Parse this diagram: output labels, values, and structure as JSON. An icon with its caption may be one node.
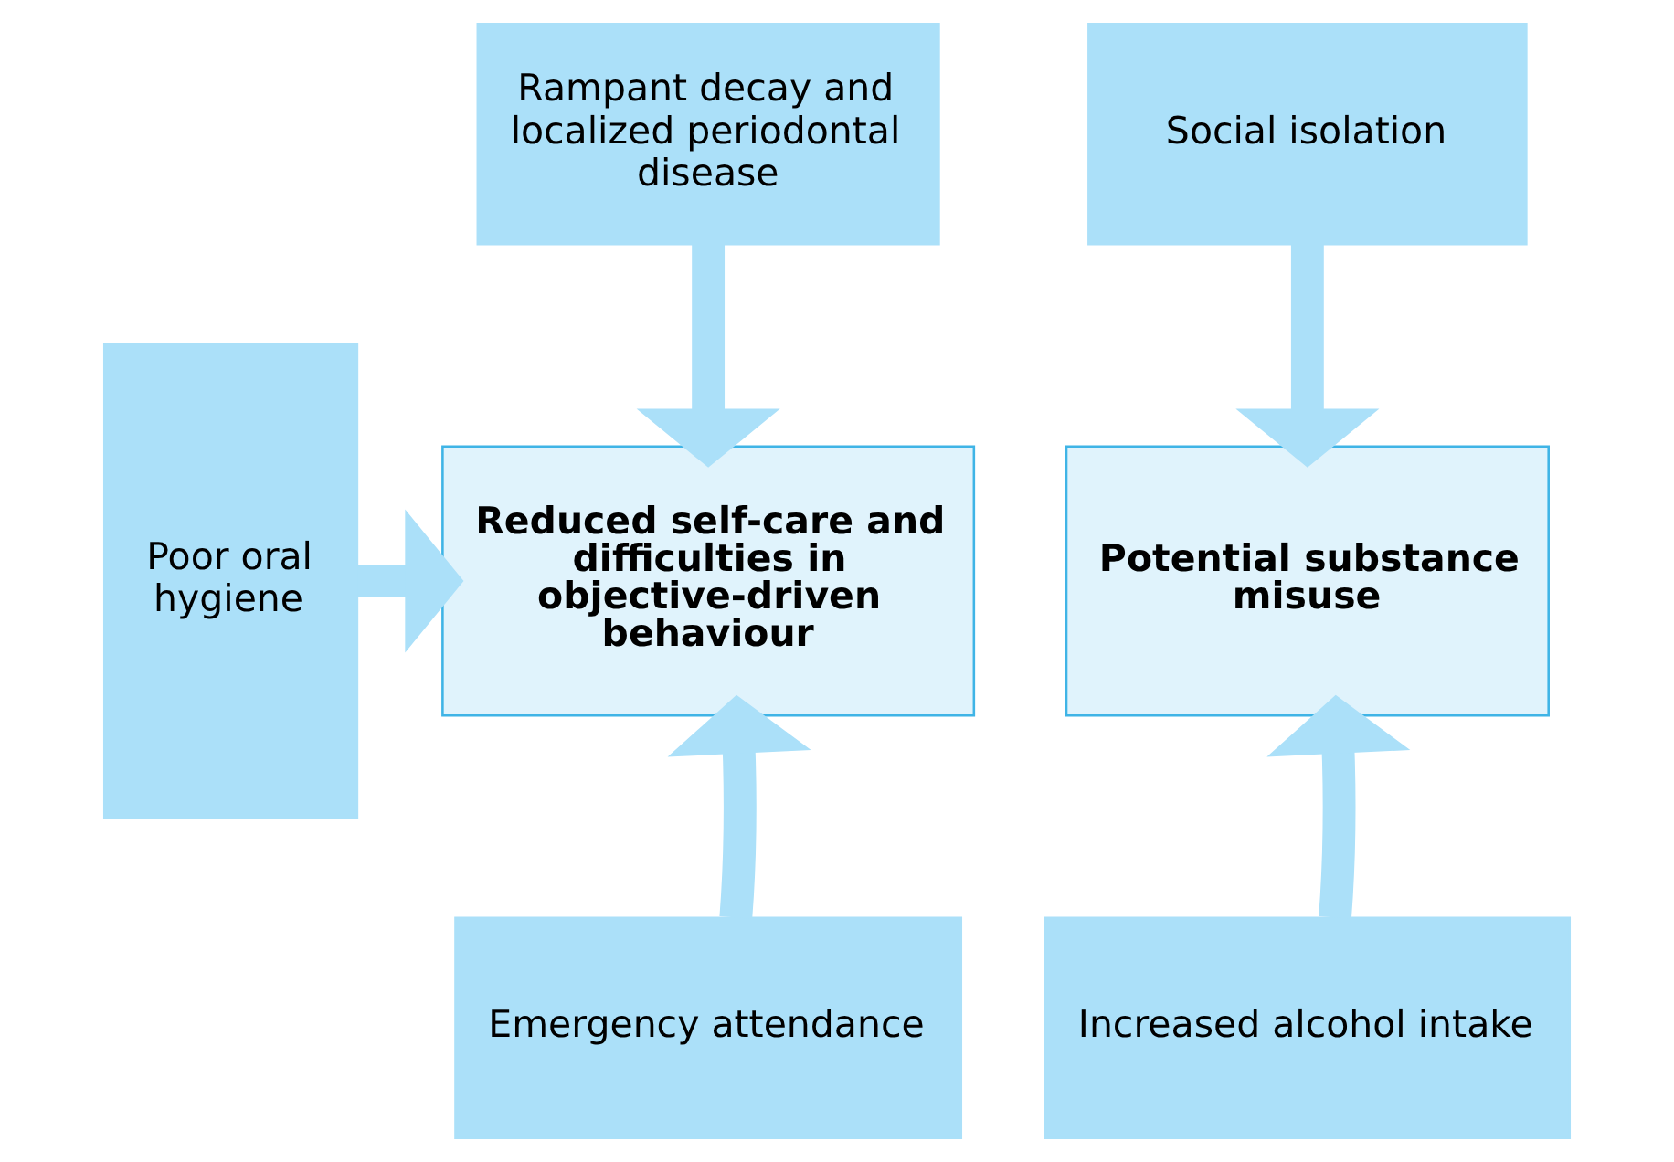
{
  "diagram": {
    "nodes": [
      {
        "text": [
          "Rampant decay and localized periodontal disease"
        ]
      },
      {
        "text": [
          "Social isolation"
        ]
      },
      {
        "text": [
          "Poor oral hygiene"
        ]
      },
      {
        "text": [
          "Reduced self-care and difficulties in objective-driven behaviour"
        ]
      },
      {
        "text": [
          "Potential substance misuse"
        ]
      },
      {
        "text": [
          "Emergency attendance"
        ]
      },
      {
        "text": [
          "Increased alcohol intake"
        ]
      }
    ],
    "edges": [
      {
        "from": 0,
        "to": 3,
        "arrow": "to"
      },
      {
        "from": 1,
        "to": 4,
        "arrow": "to"
      },
      {
        "from": 2,
        "to": 3,
        "arrow": "to"
      },
      {
        "from": 5,
        "to": 3,
        "arrow": "to"
      },
      {
        "from": 6,
        "to": 4,
        "arrow": "to"
      }
    ]
  }
}
